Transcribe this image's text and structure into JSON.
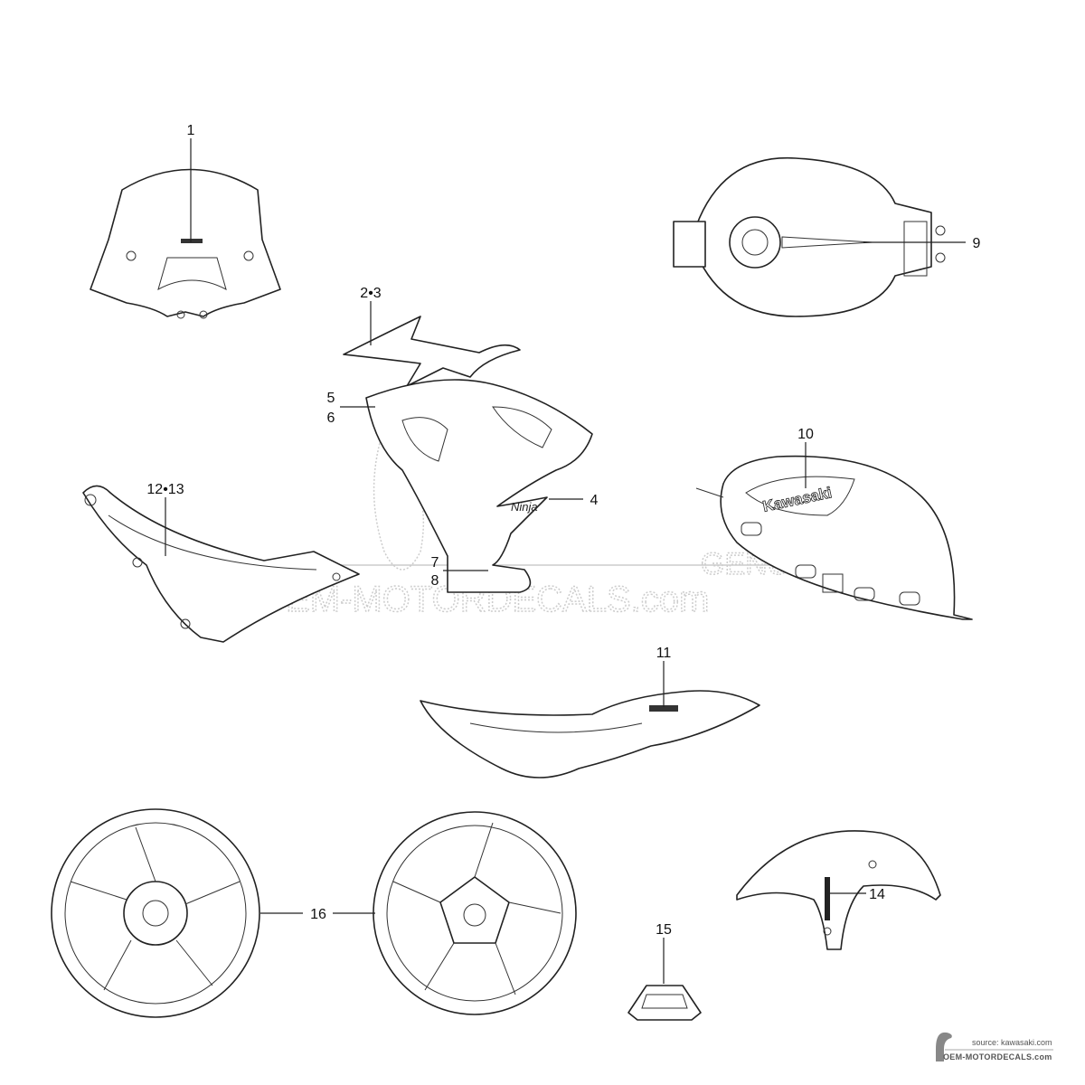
{
  "callouts": {
    "c1": "1",
    "c2_3": "2•3",
    "c4": "4",
    "c5": "5",
    "c6": "6",
    "c7": "7",
    "c8": "8",
    "c9": "9",
    "c10": "10",
    "c11": "11",
    "c12_13": "12•13",
    "c14": "14",
    "c15": "15",
    "c16": "16"
  },
  "decal_text": {
    "tank_logo": "Kawasaki",
    "cowl_logo": "Ninja"
  },
  "watermark": {
    "line1": "GENUINE",
    "line2": "OEM-MOTORDECALS.com"
  },
  "footer": {
    "source": "source: kawasaki.com",
    "brand": "OEM-MOTORDECALS.com"
  }
}
